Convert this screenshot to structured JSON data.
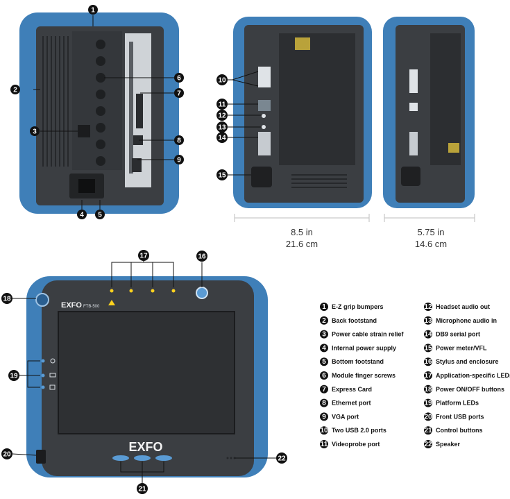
{
  "colors": {
    "bumper": "#3f7fb8",
    "bumper_dark": "#2b5f90",
    "housing": "#3b3e42",
    "housing_dark": "#26282b",
    "screen": "#2e3033",
    "callout": "#111111",
    "led": "#ffd21e"
  },
  "icons": {
    "callout": "numbered-disc-icon",
    "warning": "laser-warning-icon",
    "power": "power-icon",
    "battery": "battery-icon",
    "info": "info-icon"
  },
  "dimensions": {
    "width_value": "8.5 in",
    "width_metric": "21.6 cm",
    "depth_value": "5.75 in",
    "depth_metric": "14.6 cm"
  },
  "device": {
    "brand_top": "EXFO",
    "model": "FTB-500",
    "brand_bottom": "EXFO"
  },
  "legend": [
    {
      "num": "1",
      "label": "E-Z grip bumpers"
    },
    {
      "num": "2",
      "label": "Back footstand"
    },
    {
      "num": "3",
      "label": "Power cable strain relief"
    },
    {
      "num": "4",
      "label": "Internal power supply"
    },
    {
      "num": "5",
      "label": "Bottom footstand"
    },
    {
      "num": "6",
      "label": "Module finger screws"
    },
    {
      "num": "7",
      "label": "Express Card"
    },
    {
      "num": "8",
      "label": "Ethernet port"
    },
    {
      "num": "9",
      "label": "VGA port"
    },
    {
      "num": "10",
      "label": "Two USB 2.0 ports"
    },
    {
      "num": "11",
      "label": "Videoprobe port"
    },
    {
      "num": "12",
      "label": "Headset audio out"
    },
    {
      "num": "13",
      "label": "Microphone audio in"
    },
    {
      "num": "14",
      "label": "DB9 serial port"
    },
    {
      "num": "15",
      "label": "Power meter/VFL"
    },
    {
      "num": "16",
      "label": "Stylus and enclosure"
    },
    {
      "num": "17",
      "label": "Application-specific LEDs"
    },
    {
      "num": "18",
      "label": "Power ON/OFF buttons"
    },
    {
      "num": "19",
      "label": "Platform LEDs"
    },
    {
      "num": "20",
      "label": "Front USB ports"
    },
    {
      "num": "21",
      "label": "Control buttons"
    },
    {
      "num": "22",
      "label": "Speaker"
    }
  ],
  "callouts": [
    {
      "num": "1"
    },
    {
      "num": "2"
    },
    {
      "num": "3"
    },
    {
      "num": "4"
    },
    {
      "num": "5"
    },
    {
      "num": "6"
    },
    {
      "num": "7"
    },
    {
      "num": "8"
    },
    {
      "num": "9"
    },
    {
      "num": "10"
    },
    {
      "num": "11"
    },
    {
      "num": "12"
    },
    {
      "num": "13"
    },
    {
      "num": "14"
    },
    {
      "num": "15"
    },
    {
      "num": "16"
    },
    {
      "num": "17"
    },
    {
      "num": "18"
    },
    {
      "num": "19"
    },
    {
      "num": "20"
    },
    {
      "num": "21"
    },
    {
      "num": "22"
    }
  ]
}
